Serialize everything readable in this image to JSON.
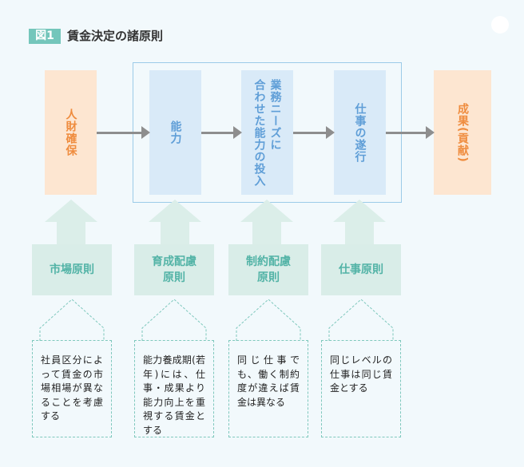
{
  "header": {
    "figure_number": "図1",
    "title": "賃金決定の諸原則"
  },
  "flow": {
    "nodes": [
      {
        "id": "hiring",
        "label": "人財確保",
        "kind": "orange"
      },
      {
        "id": "ability",
        "label": "能力",
        "kind": "blue"
      },
      {
        "id": "investment",
        "label": "業務ニーズに合わせた能力の投入",
        "kind": "blue",
        "lines": [
          "業務ニーズに",
          "合わせた能力の投入"
        ]
      },
      {
        "id": "execution",
        "label": "仕事の遂行",
        "kind": "blue"
      },
      {
        "id": "results",
        "label": "成果(貢献)",
        "kind": "orange"
      }
    ]
  },
  "principles": [
    {
      "label": "市場原則",
      "lines": [
        "市場原則"
      ],
      "note": "社員区分によって賃金の市場相場が異なることを考慮する"
    },
    {
      "label": "育成配慮原則",
      "lines": [
        "育成配慮",
        "原則"
      ],
      "note": "能力養成期(若年)には、仕事・成果より能力向上を重視する賃金とする"
    },
    {
      "label": "制約配慮原則",
      "lines": [
        "制約配慮",
        "原則"
      ],
      "note": "同じ仕事でも、働く制約度が違えば賃金は異なる"
    },
    {
      "label": "仕事原則",
      "lines": [
        "仕事原則"
      ],
      "note": "同じレベルの仕事は同じ賃金とする"
    }
  ],
  "colors": {
    "background": "#f2f9fc",
    "orange_fill": "#fde6d1",
    "orange_text": "#ef8c3e",
    "blue_fill": "#d9eaf8",
    "blue_text": "#5f9ed7",
    "teal_fill": "#d9ede8",
    "teal_text": "#52b3a6",
    "teal_badge": "#74c6bb",
    "arrow_gray": "#8e8e8e",
    "frame_blue": "#9ccbe8"
  }
}
